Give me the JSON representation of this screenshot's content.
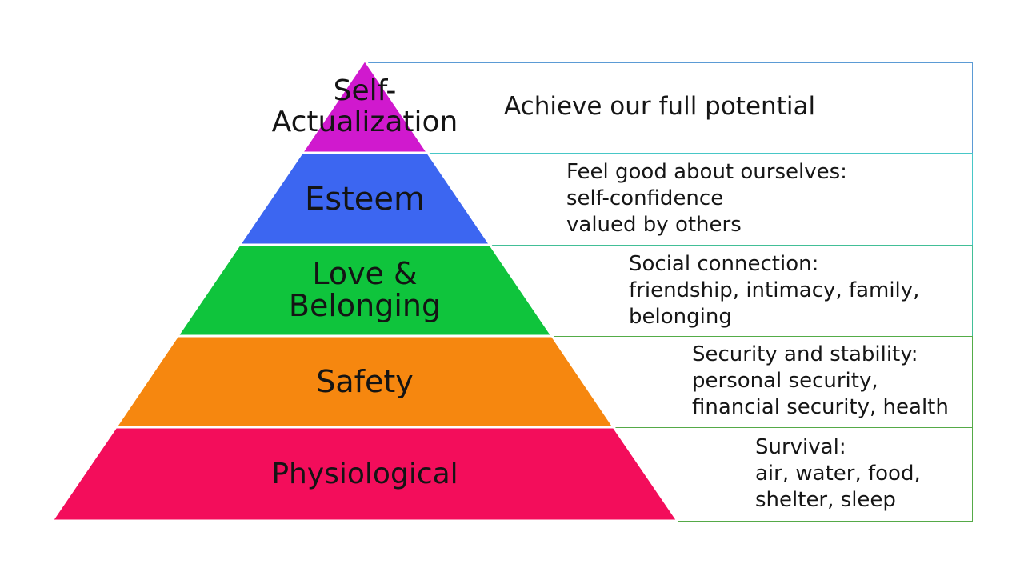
{
  "background": "#ffffff",
  "diagram_type": "maslow-hierarchy-pyramid",
  "levels": [
    {
      "id": "self-actualization",
      "label_lines": [
        "Self-",
        "Actualization"
      ],
      "color": "#D019CE",
      "row_border_color": "#5B9BD5",
      "description_lines": [
        "Achieve our full potential"
      ]
    },
    {
      "id": "esteem",
      "label_lines": [
        "Esteem"
      ],
      "color": "#3C66F1",
      "row_border_color": "#48C7C7",
      "description_lines": [
        "Feel good about ourselves:",
        "self-confidence",
        "valued by others"
      ]
    },
    {
      "id": "love-belonging",
      "label_lines": [
        "Love &",
        "Belonging"
      ],
      "color": "#0FC43C",
      "row_border_color": "#42BF97",
      "description_lines": [
        "Social connection:",
        "friendship, intimacy, family,",
        "belonging"
      ]
    },
    {
      "id": "safety",
      "label_lines": [
        "Safety"
      ],
      "color": "#F6870F",
      "row_border_color": "#53AC47",
      "description_lines": [
        "Security and stability:",
        "personal security,",
        "financial security, health"
      ]
    },
    {
      "id": "physiological",
      "label_lines": [
        "Physiological"
      ],
      "color": "#F30D5B",
      "row_border_color": "#55AA47",
      "description_lines": [
        "Survival:",
        "air, water, food,",
        "shelter, sleep"
      ]
    }
  ]
}
